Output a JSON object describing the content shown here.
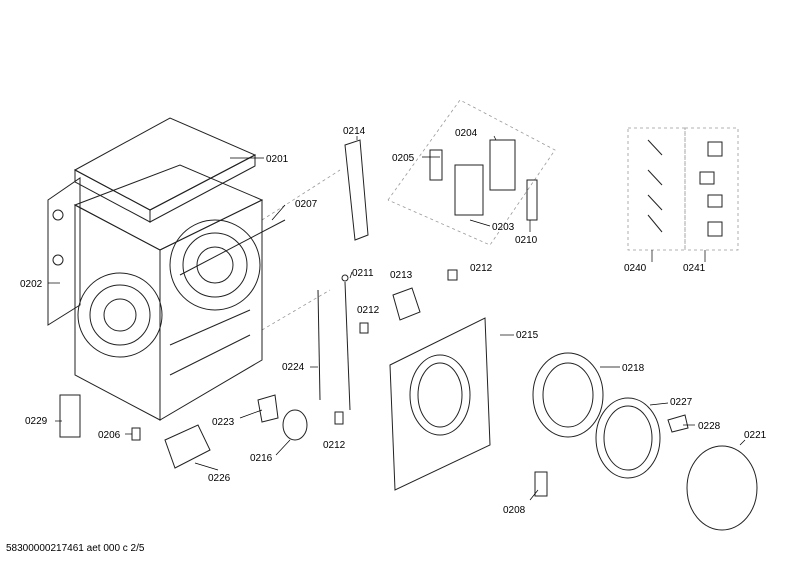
{
  "labels": {
    "p0201": "0201",
    "p0202": "0202",
    "p0203": "0203",
    "p0204": "0204",
    "p0205": "0205",
    "p0206": "0206",
    "p0207": "0207",
    "p0208": "0208",
    "p0210": "0210",
    "p0211": "0211",
    "p0212a": "0212",
    "p0212b": "0212",
    "p0212c": "0212",
    "p0213": "0213",
    "p0214": "0214",
    "p0215": "0215",
    "p0216": "0216",
    "p0218": "0218",
    "p0221": "0221",
    "p0223": "0223",
    "p0224": "0224",
    "p0226": "0226",
    "p0227": "0227",
    "p0228": "0228",
    "p0229": "0229",
    "p0240": "0240",
    "p0241": "0241"
  },
  "footer": "58300000217461 aet 000 c 2/5"
}
